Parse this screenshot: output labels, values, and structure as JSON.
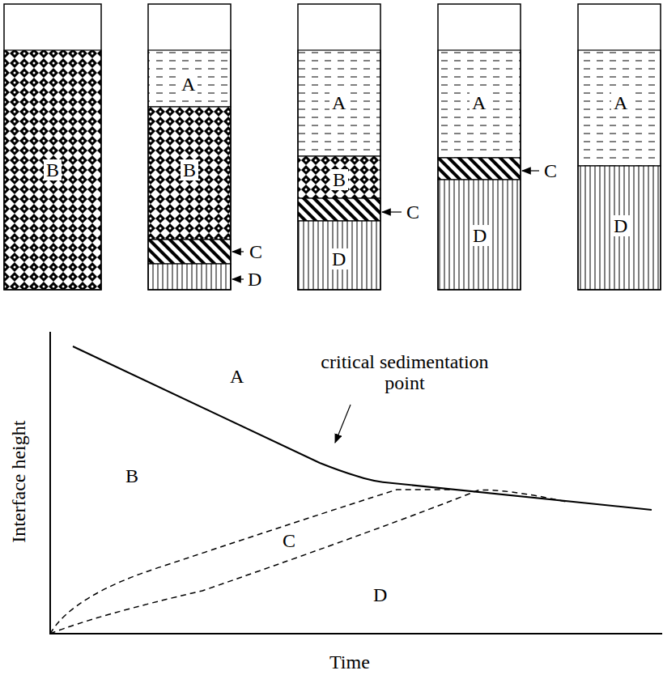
{
  "diagram": {
    "labels": [
      "B",
      "A",
      "B",
      "C",
      "D",
      "A",
      "B",
      "C",
      "D",
      "A",
      "C",
      "D",
      "A",
      "D",
      "A",
      "critical sedimentation point",
      "B",
      "C",
      "D",
      "Interface height",
      "Time"
    ]
  }
}
